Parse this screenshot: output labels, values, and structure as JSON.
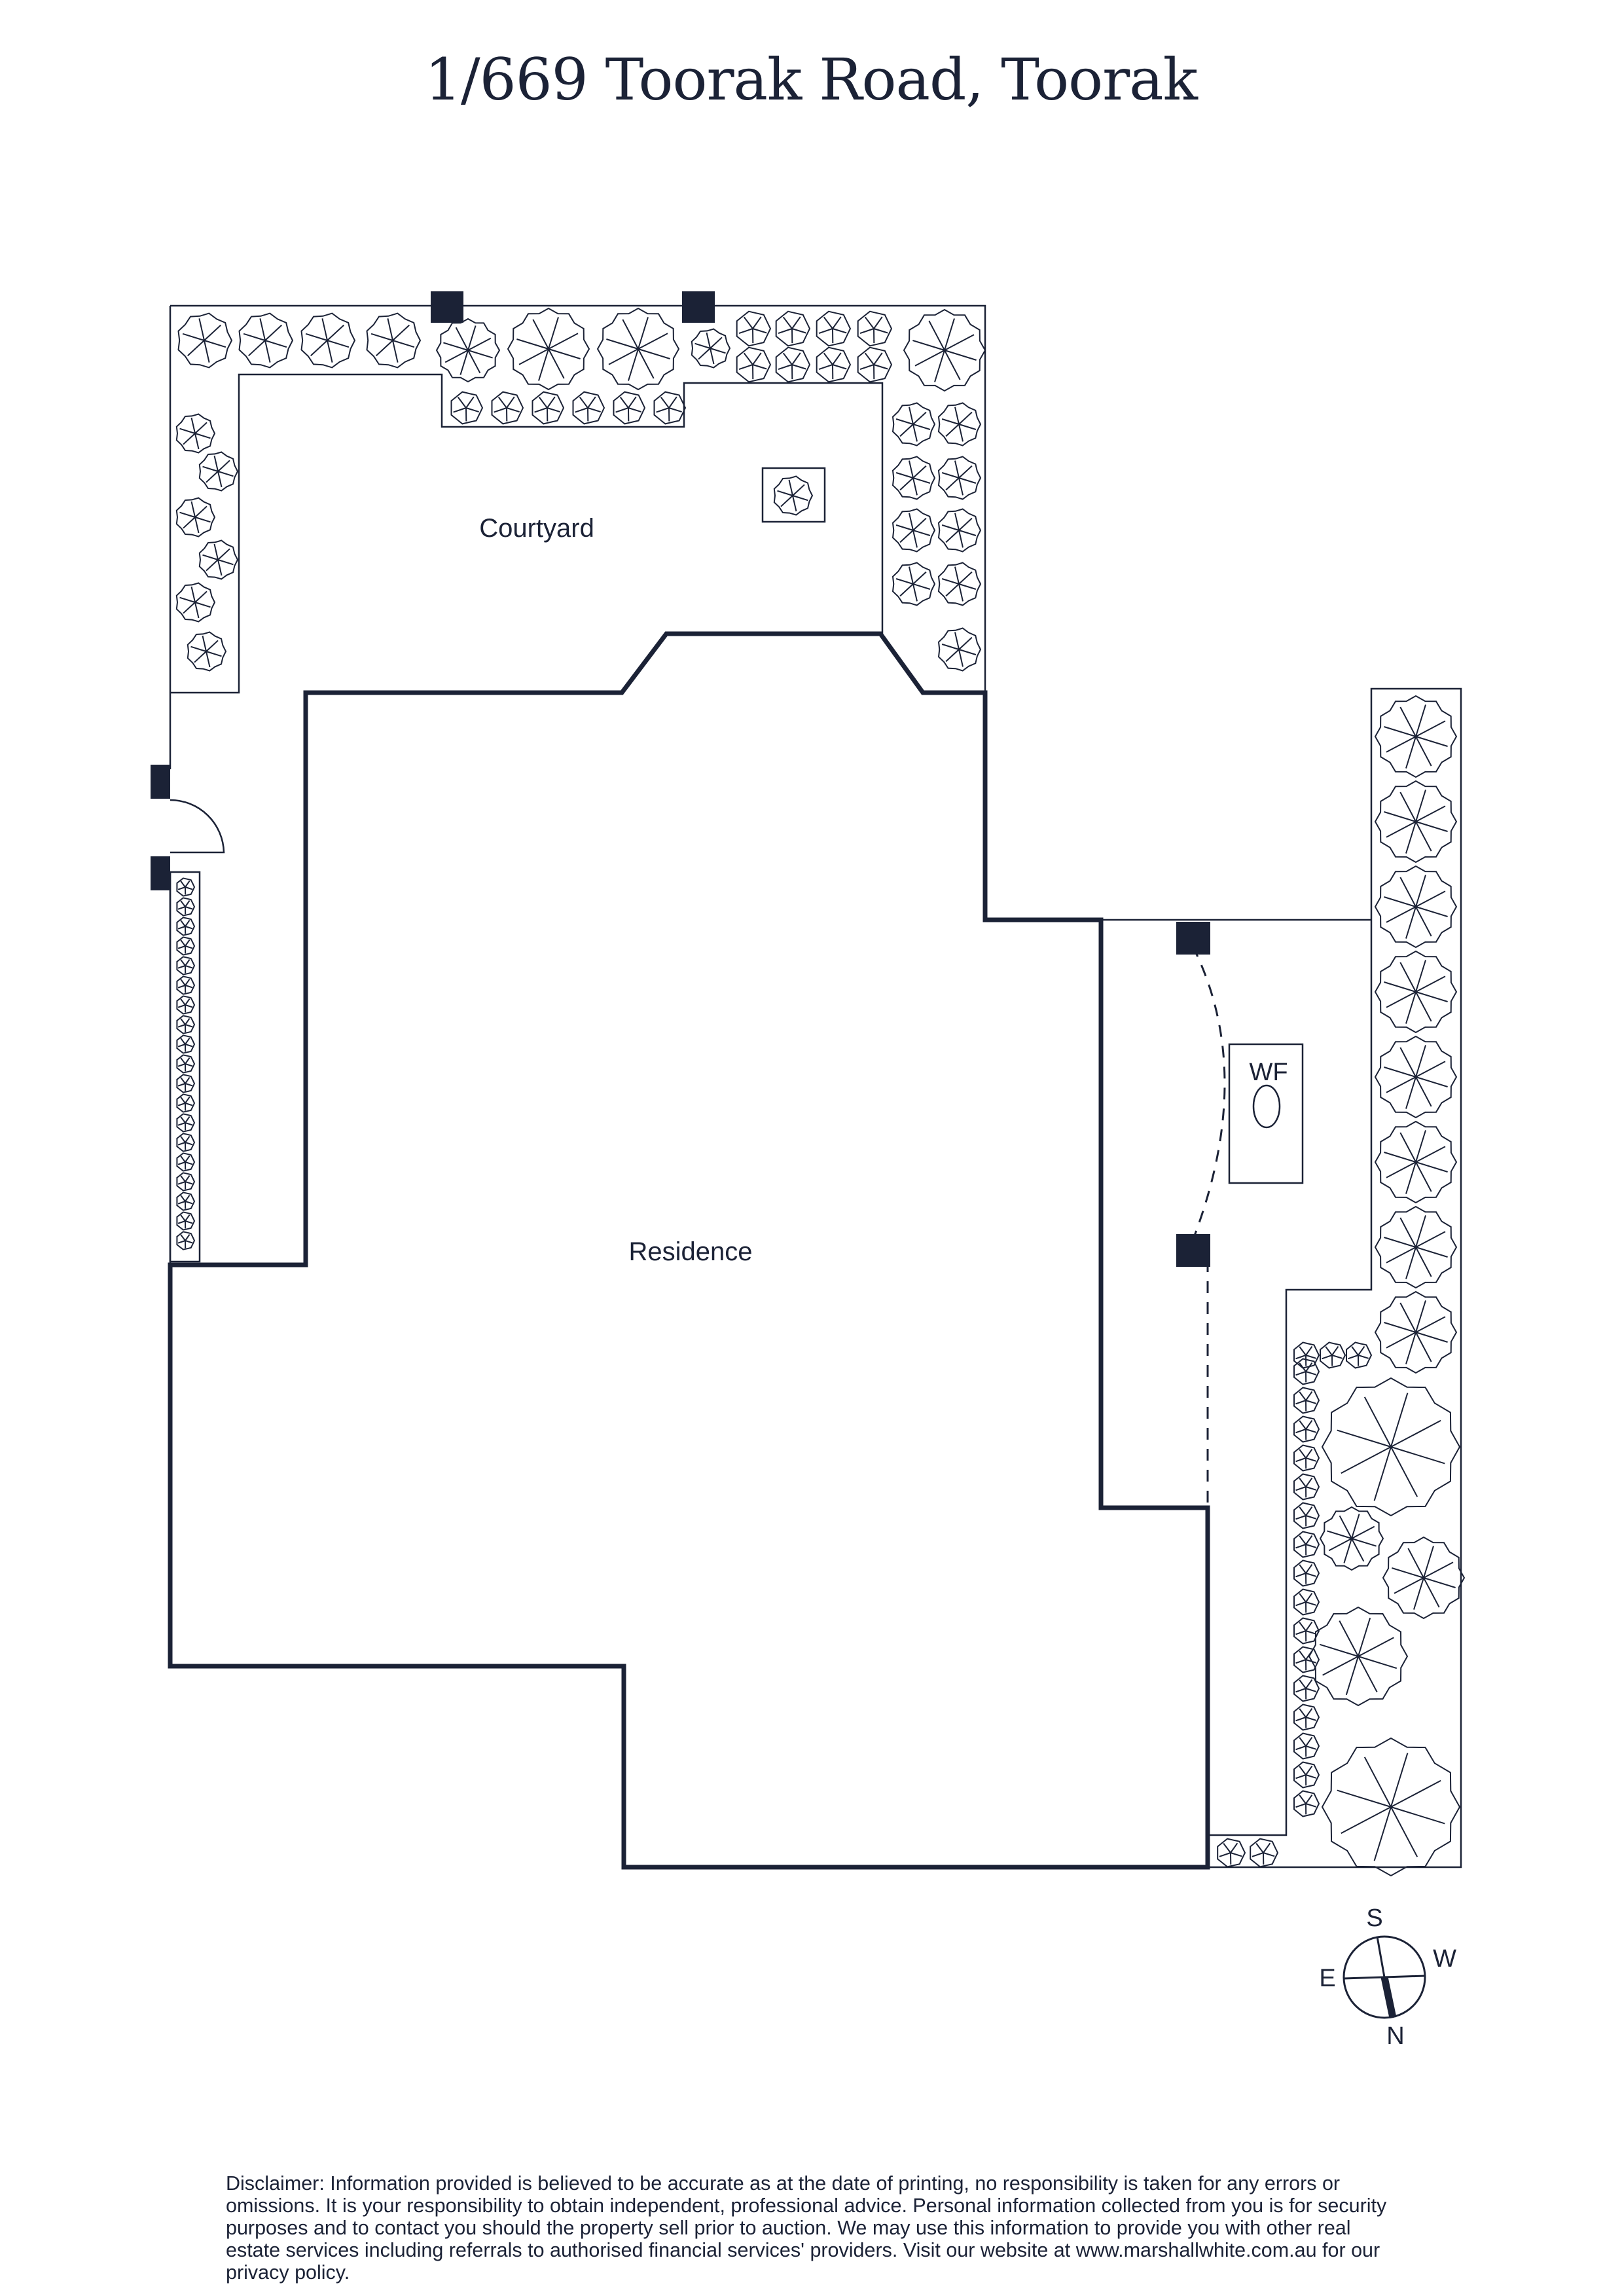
{
  "title": "1/669 Toorak Road, Toorak",
  "rooms": {
    "courtyard": "Courtyard",
    "residence": "Residence",
    "wf": "WF"
  },
  "compass": {
    "s": "S",
    "w": "W",
    "e": "E",
    "n": "N"
  },
  "disclaimer": "Disclaimer: Information provided is believed to be accurate as at the date of printing, no responsibility is taken for any errors or omissions. It is your responsibility to obtain independent, professional advice. Personal information collected from you is for security purposes and to contact you should the property sell prior to auction. We may use this information to provide you with other real estate services including referrals to authorised financial services' providers. Visit our website at www.marshallwhite.com.au for our privacy policy.",
  "colors": {
    "ink": "#1b2236",
    "background": "#ffffff"
  }
}
